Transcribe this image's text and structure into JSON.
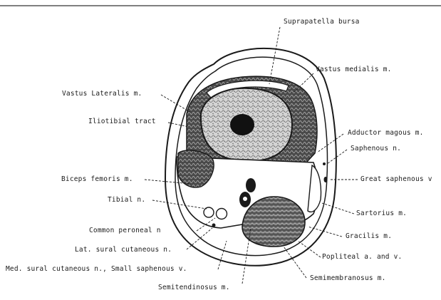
{
  "labels": {
    "suprapatella_bursa": "Suprapatella bursa",
    "vastus_medialis": "Vastus medialis m.",
    "vastus_lateralis": "Vastus Lateralis m.",
    "iliotibial_tract": "Iliotibial tract",
    "adductor_magnus": "Adductor magous m.",
    "saphenous_n": "Saphenous n.",
    "biceps_femoris": "Biceps femoris m.",
    "great_saphenous_v": "Great saphenous v",
    "tibial_n": "Tibial n.",
    "sartorius": "Sartorius m.",
    "common_peroneal": "Common peroneal n",
    "gracilis": "Gracilis m.",
    "lat_sural": "Lat. sural cutaneous n.",
    "popliteal": "Popliteal a. and v.",
    "med_sural": "Med. sural cutaneous n., Small saphenous v.",
    "semimembranosus": "Semimembranosus m.",
    "semitendinosus": "Semitendinosus m."
  },
  "colors": {
    "ink": "#1a1a1a",
    "muscle_fill": "#5a5a5a",
    "bone_fill": "#e6e6e6",
    "marrow": "#111111"
  }
}
